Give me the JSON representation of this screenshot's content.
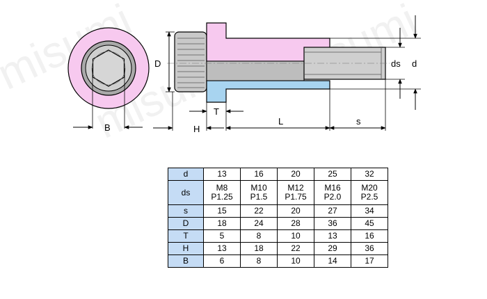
{
  "labels": {
    "D": "D",
    "B": "B",
    "H": "H",
    "T": "T",
    "L": "L",
    "s": "s",
    "ds": "ds",
    "d": "d"
  },
  "watermark": "misumi",
  "colors": {
    "pink": "#f7c9ef",
    "blue": "#a8d4f0",
    "gray": "#bdbdbd",
    "table_header": "#c5dcf5"
  },
  "table": {
    "rows": [
      {
        "key": "d",
        "values": [
          "13",
          "16",
          "20",
          "25",
          "32"
        ]
      },
      {
        "key": "ds",
        "values": [
          [
            "M8",
            "P1.25"
          ],
          [
            "M10",
            "P1.5"
          ],
          [
            "M12",
            "P1.75"
          ],
          [
            "M16",
            "P2.0"
          ],
          [
            "M20",
            "P2.5"
          ]
        ]
      },
      {
        "key": "s",
        "values": [
          "15",
          "22",
          "20",
          "27",
          "34"
        ]
      },
      {
        "key": "D",
        "values": [
          "18",
          "24",
          "28",
          "36",
          "45"
        ]
      },
      {
        "key": "T",
        "values": [
          "5",
          "8",
          "10",
          "13",
          "16"
        ]
      },
      {
        "key": "H",
        "values": [
          "13",
          "18",
          "22",
          "29",
          "36"
        ]
      },
      {
        "key": "B",
        "values": [
          "6",
          "8",
          "10",
          "14",
          "17"
        ]
      }
    ]
  }
}
